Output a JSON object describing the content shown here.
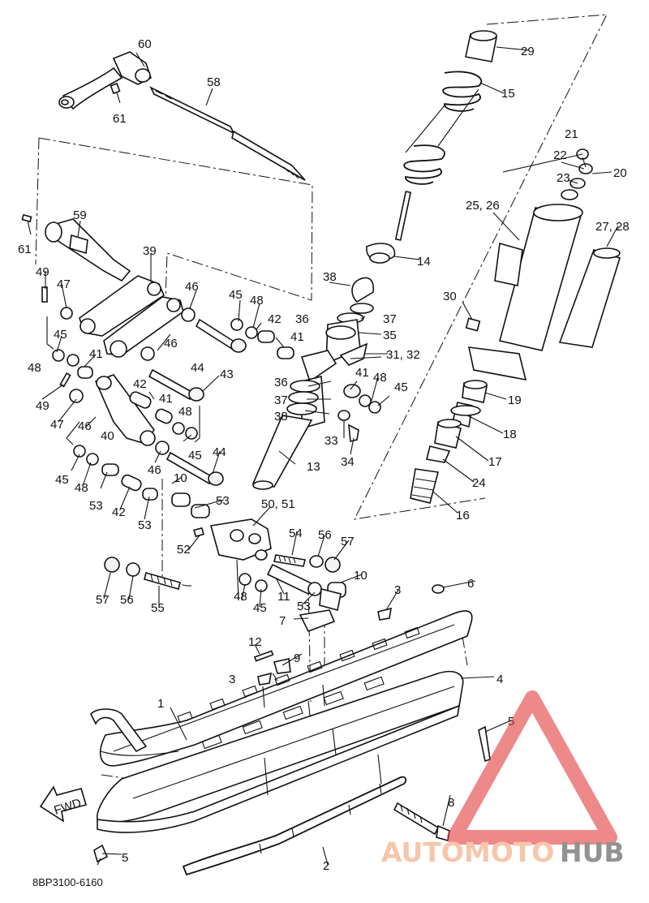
{
  "diagram_code": "8BP3100-6160",
  "fwd_label": "FWD",
  "watermark": {
    "part1": "AUTOMOTO",
    "part2": "HUB",
    "color_accent": "#e23b3b",
    "color_text": "#6e6e6e"
  },
  "callouts": {
    "c1": "1",
    "c2": "2",
    "c3a": "3",
    "c3b": "3",
    "c4": "4",
    "c5a": "5",
    "c5b": "5",
    "c6": "6",
    "c7": "7",
    "c8": "8",
    "c9": "9",
    "c10a": "10",
    "c10b": "10",
    "c11": "11",
    "c12": "12",
    "c13": "13",
    "c14": "14",
    "c15": "15",
    "c16": "16",
    "c17": "17",
    "c18": "18",
    "c19": "19",
    "c20": "20",
    "c21": "21",
    "c22": "22",
    "c23": "23",
    "c24": "24",
    "c2526": "25, 26",
    "c2728": "27, 28",
    "c29": "29",
    "c30": "30",
    "c3132": "31, 32",
    "c33": "33",
    "c34": "34",
    "c35": "35",
    "c36a": "36",
    "c36b": "36",
    "c37a": "37",
    "c37b": "37",
    "c38a": "38",
    "c38b": "38",
    "c39": "39",
    "c40": "40",
    "c41a": "41",
    "c41b": "41",
    "c41c": "41",
    "c41d": "41",
    "c42a": "42",
    "c42b": "42",
    "c42c": "42",
    "c43": "43",
    "c44a": "44",
    "c44b": "44",
    "c45a": "45",
    "c45b": "45",
    "c45c": "45",
    "c45d": "45",
    "c45e": "45",
    "c45f": "45",
    "c46a": "46",
    "c46b": "46",
    "c46c": "46",
    "c46d": "46",
    "c47a": "47",
    "c47b": "47",
    "c48a": "48",
    "c48b": "48",
    "c48c": "48",
    "c48d": "48",
    "c48e": "48",
    "c48f": "48",
    "c49a": "49",
    "c49b": "49",
    "c5051": "50, 51",
    "c52": "52",
    "c53a": "53",
    "c53b": "53",
    "c53c": "53",
    "c53d": "53",
    "c54": "54",
    "c55": "55",
    "c56a": "56",
    "c56b": "56",
    "c57a": "57",
    "c57b": "57",
    "c58": "58",
    "c59": "59",
    "c60": "60",
    "c61a": "61",
    "c61b": "61"
  }
}
